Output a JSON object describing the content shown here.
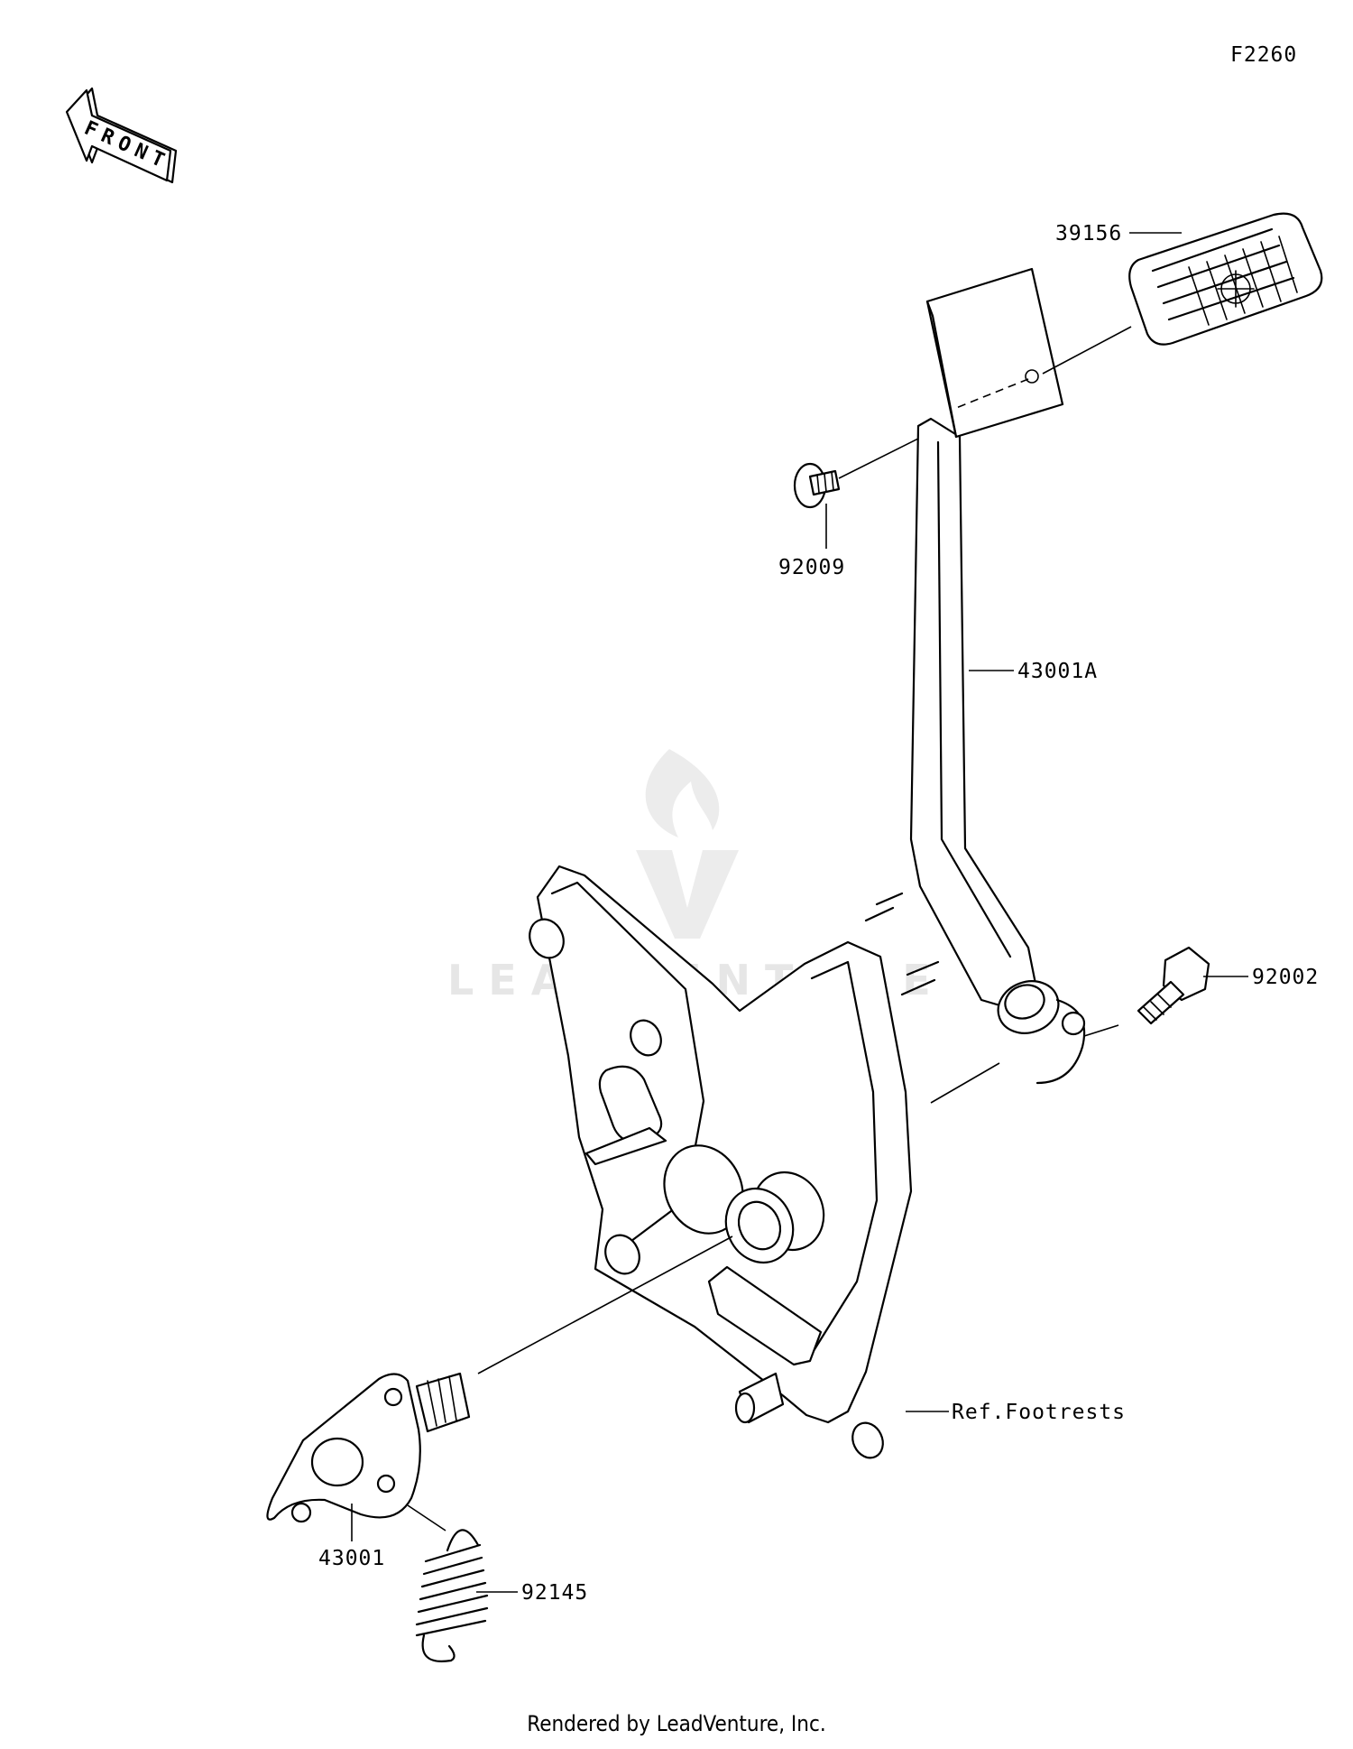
{
  "figure_code": "F2260",
  "direction_label": "FRONT",
  "watermark": "LEADVENTURE",
  "parts": [
    {
      "id": "39156"
    },
    {
      "id": "92009"
    },
    {
      "id": "43001A"
    },
    {
      "id": "92002"
    },
    {
      "id": "Ref.Footrests"
    },
    {
      "id": "43001"
    },
    {
      "id": "92145"
    }
  ],
  "footer": "Rendered by LeadVenture, Inc."
}
